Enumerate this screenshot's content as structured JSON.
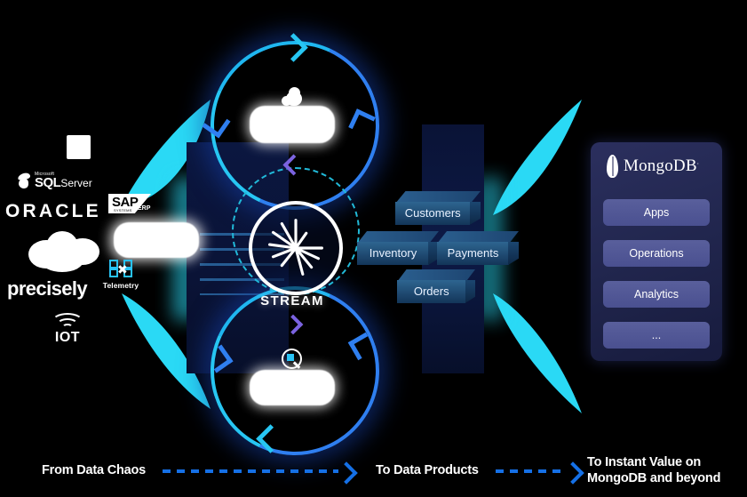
{
  "diagram": {
    "title": "From Data Chaos to Data Products to Instant Value on MongoDB and beyond"
  },
  "sources": {
    "items": [
      {
        "name": "redacted-logo",
        "label": ""
      },
      {
        "name": "sql-server",
        "label": "SQL Server",
        "vendor": "Microsoft",
        "suffix": "Server"
      },
      {
        "name": "oracle",
        "label": "ORACLE"
      },
      {
        "name": "sap",
        "label": "SAP",
        "sub": "ERP"
      },
      {
        "name": "salesforce-cloud",
        "label": ""
      },
      {
        "name": "precisely",
        "label": "precisely"
      },
      {
        "name": "telemetry",
        "label": "Telemetry"
      },
      {
        "name": "iot",
        "label": "IOT"
      }
    ]
  },
  "stream": {
    "center_label": "STREAM",
    "top_pill_label": "",
    "mid_pill_label": "",
    "bottom_pill_label": "",
    "top_icon": "cloud-icon",
    "bottom_icon": "magnifier-icon",
    "ring_color": "#27c6f3",
    "ring_color_alt": "#2f7ff0",
    "dash_ring_color": "#21b9d8"
  },
  "data_products": {
    "cubes": [
      {
        "label": "Customers"
      },
      {
        "label": "Inventory"
      },
      {
        "label": "Payments"
      },
      {
        "label": "Orders"
      }
    ]
  },
  "mongodb": {
    "brand": "MongoDB",
    "registered": ".",
    "buttons": [
      {
        "label": "Apps"
      },
      {
        "label": "Operations"
      },
      {
        "label": "Analytics"
      },
      {
        "label": "..."
      }
    ],
    "panel_color": "#2b2f5e",
    "button_color": "#595f9c"
  },
  "caption": {
    "stage1": "From Data Chaos",
    "stage2": "To Data Products",
    "stage3_line1": "To Instant Value on",
    "stage3_line2": "MongoDB and beyond",
    "arrow_color": "#1570e6"
  }
}
